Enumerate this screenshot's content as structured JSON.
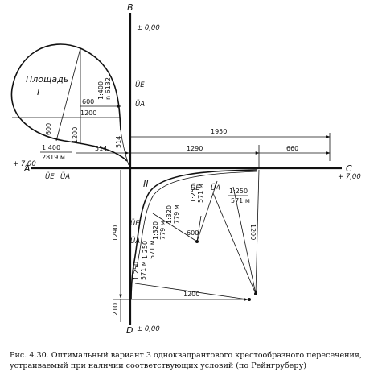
{
  "axis_labels": {
    "north": "B",
    "south": "D",
    "west": "A",
    "east": "C"
  },
  "elevations": {
    "north": "± 0,00",
    "south": "± 0,00",
    "west": "+ 7,00",
    "east": "+ 7,00"
  },
  "area_label": {
    "title": "Площадь",
    "number": "I"
  },
  "junction_number": "II",
  "ramp_codes": {
    "ue": "ÜE",
    "ua": "ÜA"
  },
  "dimensions": {
    "d1950": "1950",
    "d1290_h": "1290",
    "d660": "660",
    "d514_h": "514",
    "d514_v": "514",
    "d600_top": "600",
    "d1200_top": "1200",
    "d600_diag": "600",
    "d1200_v": "1200",
    "d1400": "1:400",
    "d2819": "2819 м",
    "d1400_v": "1:400",
    "d6132": "n 6132",
    "d1290_v": "1290",
    "d210": "210",
    "d1200_bottom": "1200",
    "d600_mid": "600",
    "d1200_right": "1200",
    "r1320a": "1:320",
    "r779a": "779 м",
    "r1320b": "1:320",
    "r779b": "779 м",
    "r1250a": "1:250",
    "r571a": "571 м",
    "r1250b": "1:250",
    "r571b": "571 м",
    "r1250c": "1:250",
    "r571c": "571 м",
    "r1250d": "1:250",
    "r571d": "571 м"
  },
  "caption": "Рис. 4.30. Оптимальный вариант 3 одноквадрантового крестообразного пересечения, устраиваемый при наличии соответствующих условий (по Рейнгруберу)"
}
